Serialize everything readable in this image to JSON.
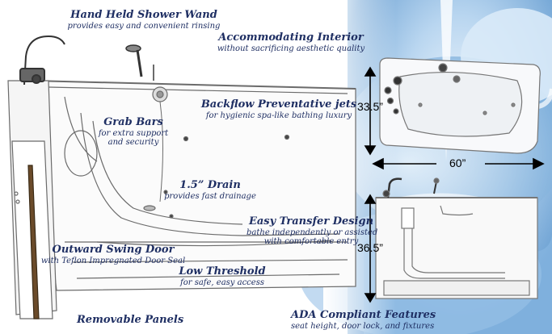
{
  "colors": {
    "text": "#1f2f63",
    "water_light": "#dcebf8",
    "water_mid": "#9cc5e8",
    "water_dark": "#5f98cf",
    "sketch_line": "#6b6b6b"
  },
  "callouts": {
    "shower_wand": {
      "title": "Hand Held Shower Wand",
      "subtitle": "provides easy and convenient rinsing"
    },
    "interior": {
      "title": "Accommodating Interior",
      "subtitle": "without sacrificing aesthetic quality"
    },
    "jets": {
      "title": "Backflow Preventative jets",
      "subtitle": "for hygienic spa-like bathing luxury"
    },
    "grab_bars": {
      "title": "Grab Bars",
      "subtitle_line1": "for extra support",
      "subtitle_line2": "and security"
    },
    "drain": {
      "title": "1.5” Drain",
      "subtitle": "provides fast drainage"
    },
    "transfer": {
      "title": "Easy Transfer Design",
      "subtitle_line1": "bathe independently or assisted",
      "subtitle_line2": "with comfortable entry"
    },
    "door": {
      "title": "Outward Swing Door",
      "subtitle": "with Teflon Impregnated Door Seal"
    },
    "threshold": {
      "title": "Low Threshold",
      "subtitle": "for safe, easy access"
    },
    "panels": {
      "title": "Removable Panels"
    },
    "ada": {
      "title": "ADA Compliant Features",
      "subtitle": "seat height, door lock, and fixtures"
    }
  },
  "dimensions": {
    "width": "60”",
    "depth": "33.5”",
    "height": "36.5”"
  }
}
